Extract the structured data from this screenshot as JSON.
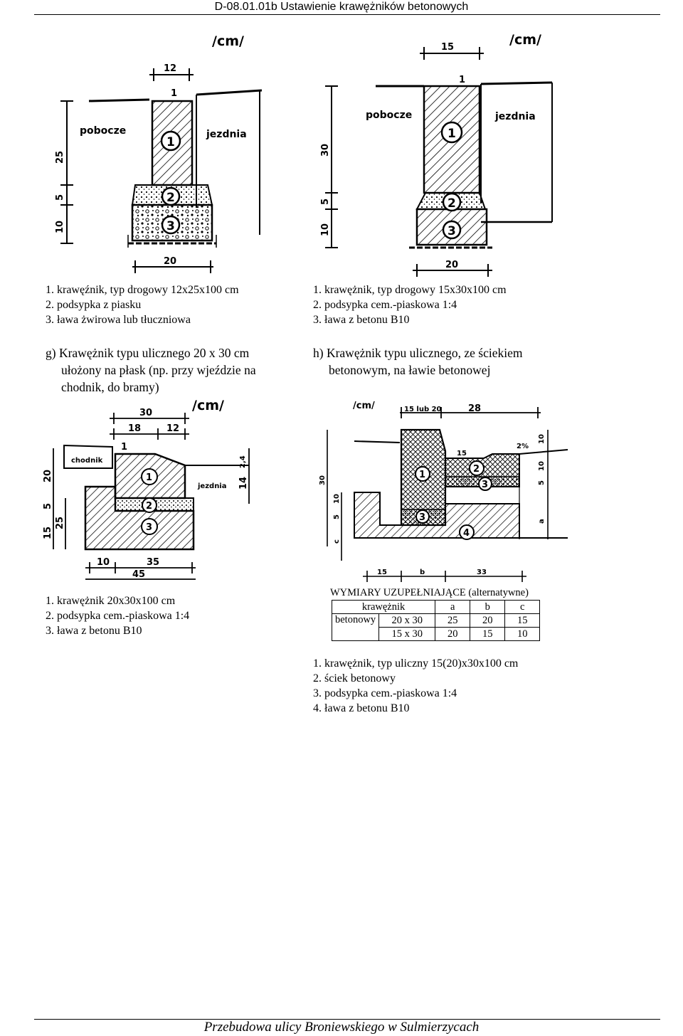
{
  "header": {
    "title": "D-08.01.01b  Ustawienie krawężników betonowych"
  },
  "footer": {
    "text": "Przebudowa ulicy Broniewskiego w Sulmierzycach"
  },
  "fig_e": {
    "unit": "/cm/",
    "labels": {
      "left": "pobocze",
      "right": "jezdnia"
    },
    "dims": {
      "top": "12",
      "gap": "1",
      "h1": "25",
      "h2": "5",
      "h3": "10",
      "bottom": "20"
    },
    "markers": [
      "1",
      "2",
      "3"
    ],
    "legend": [
      "1. krawęźnik, typ drogowy 12x25x100 cm",
      "2. podsypka z piasku",
      "3. ława żwirowa lub tłuczniowa"
    ]
  },
  "fig_f": {
    "unit": "/cm/",
    "labels": {
      "left": "pobocze",
      "right": "jezdnia"
    },
    "dims": {
      "top": "15",
      "gap": "1",
      "h1": "30",
      "h2": "5",
      "h3": "10",
      "bottom": "20"
    },
    "markers": [
      "1",
      "2",
      "3"
    ],
    "legend": [
      "1. krawężnik, typ drogowy 15x30x100 cm",
      "2. podsypka cem.-piaskowa 1:4",
      "3. ława z betonu B10"
    ]
  },
  "fig_g": {
    "caption": [
      "g) Krawężnik typu ulicznego 20 x 30 cm",
      "ułożony na płask (np. przy wjeździe na",
      "chodnik, do bramy)"
    ],
    "unit": "/cm/",
    "labels": {
      "left": "chodnik",
      "right": "jezdnia"
    },
    "dims": {
      "top": "30",
      "t1": "18",
      "t2": "12",
      "gap": "1",
      "v1": "20",
      "v2": "5",
      "v3": "15",
      "v4": "25",
      "r1": "2,4",
      "r2": "14",
      "b1": "10",
      "b2": "35",
      "b3": "45"
    },
    "markers": [
      "1",
      "2",
      "3"
    ],
    "legend": [
      "1. krawężnik  20x30x100 cm",
      "2. podsypka cem.-piaskowa 1:4",
      "3. ława z betonu B10"
    ]
  },
  "fig_h": {
    "caption": [
      "h) Krawężnik typu ulicznego, ze ściekiem",
      "betonowym, na ławie betonowej"
    ],
    "unit": "/cm/",
    "dims": {
      "t1": "15 lub 20",
      "t2": "28",
      "v1": "30",
      "v2": "10",
      "v3": "5",
      "v4": "c",
      "mid": "15",
      "slope": "2%",
      "r1": "10",
      "r2": "10",
      "r3": "5",
      "r4": "a",
      "b1": "15",
      "b2": "b",
      "b3": "33"
    },
    "markers": [
      "1",
      "2",
      "3",
      "3",
      "4"
    ],
    "table_title": "WYMIARY  UZUPEŁNIAJĄCE (alternatywne)",
    "table": {
      "header": [
        "krawężnik",
        "a",
        "b",
        "c"
      ],
      "rows": [
        [
          "betonowy",
          "20 x 30",
          "25",
          "20",
          "15"
        ],
        [
          "",
          "15 x 30",
          "20",
          "15",
          "10"
        ]
      ]
    },
    "legend": [
      "1. krawężnik, typ uliczny 15(20)x30x100 cm",
      "2. ściek betonowy",
      "3. podsypka cem.-piaskowa 1:4",
      "4. ława z betonu B10"
    ]
  }
}
